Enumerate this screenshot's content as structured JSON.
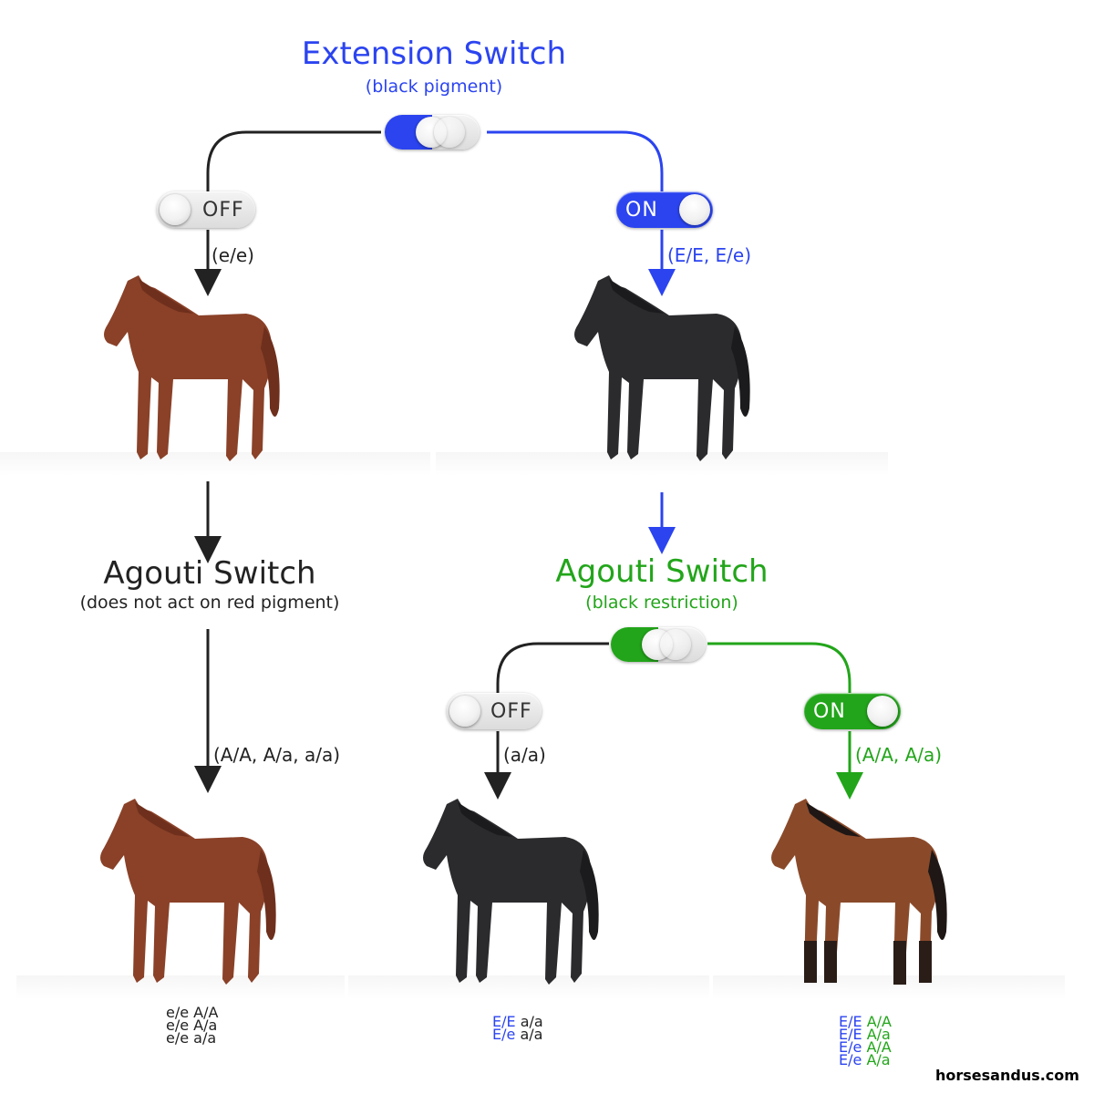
{
  "colors": {
    "blue": "#2b44f0",
    "green": "#22a51a",
    "black": "#222222",
    "chestnut": "#8a4128",
    "bay_body": "#8a4a2a",
    "black_coat": "#2b2b2e"
  },
  "extension": {
    "title": "Extension Switch",
    "subtitle": "(black pigment)",
    "off_label": "OFF",
    "on_label": "ON",
    "off_genotype": "(e/e)",
    "on_genotype": "(E/E, E/e)"
  },
  "agouti_left": {
    "title": "Agouti Switch",
    "subtitle": "(does not act on red pigment)",
    "genotype": "(A/A, A/a, a/a)"
  },
  "agouti_right": {
    "title": "Agouti Switch",
    "subtitle": "(black restriction)",
    "off_label": "OFF",
    "on_label": "ON",
    "off_genotype": "(a/a)",
    "on_genotype": "(A/A, A/a)"
  },
  "results": {
    "chestnut": [
      {
        "ext": "e/e",
        "ag": "A/A"
      },
      {
        "ext": "e/e",
        "ag": "A/a"
      },
      {
        "ext": "e/e",
        "ag": "a/a"
      }
    ],
    "black": [
      {
        "ext": "E/E",
        "ag": "a/a"
      },
      {
        "ext": "E/e",
        "ag": "a/a"
      }
    ],
    "bay": [
      {
        "ext": "E/E",
        "ag": "A/A"
      },
      {
        "ext": "E/E",
        "ag": "A/a"
      },
      {
        "ext": "E/e",
        "ag": "A/A"
      },
      {
        "ext": "E/e",
        "ag": "A/a"
      }
    ]
  },
  "icons": {
    "horse": "horse-icon",
    "toggle": "toggle-switch-icon",
    "arrow": "arrow-down-icon"
  },
  "watermark": "horsesandus.com"
}
